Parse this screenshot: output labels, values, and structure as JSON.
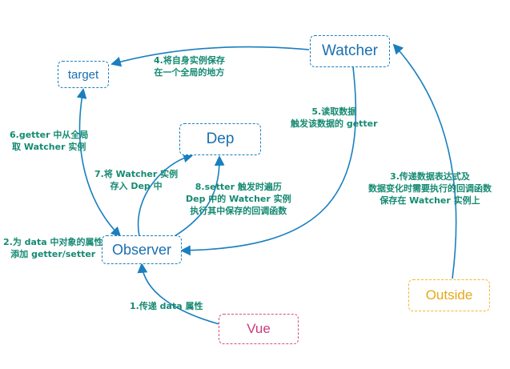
{
  "colors": {
    "node_border": "#1a7fbf",
    "node_text": "#1a6fb0",
    "arrow": "#1a7fbf",
    "label_text": "#158a72",
    "outside_border": "#f0b82a",
    "outside_text": "#e6a81a",
    "vue_border": "#d84a8c",
    "vue_text": "#c83b7e"
  },
  "nodes": {
    "watcher": "Watcher",
    "target": "target",
    "dep": "Dep",
    "observer": "Observer",
    "outside": "Outside",
    "vue": "Vue"
  },
  "labels": {
    "step1": [
      "1.传递 data 属性"
    ],
    "step2": [
      "2.为 data 中对象的属性",
      "添加 getter/setter"
    ],
    "step3": [
      "3.传递数据表达式及",
      "数据变化时需要执行的回调函数",
      "保存在 Watcher 实例上"
    ],
    "step4": [
      "4.将自身实例保存",
      "在一个全局的地方"
    ],
    "step5": [
      "5.读取数据",
      "触发该数据的 getter"
    ],
    "step6": [
      "6.getter 中从全局",
      "取 Watcher 实例"
    ],
    "step7": [
      "7.将 Watcher 实例",
      "存入 Dep 中"
    ],
    "step8": [
      "8.setter 触发时遍历",
      "Dep 中的 Watcher 实例",
      "执行其中保存的回调函数"
    ]
  }
}
